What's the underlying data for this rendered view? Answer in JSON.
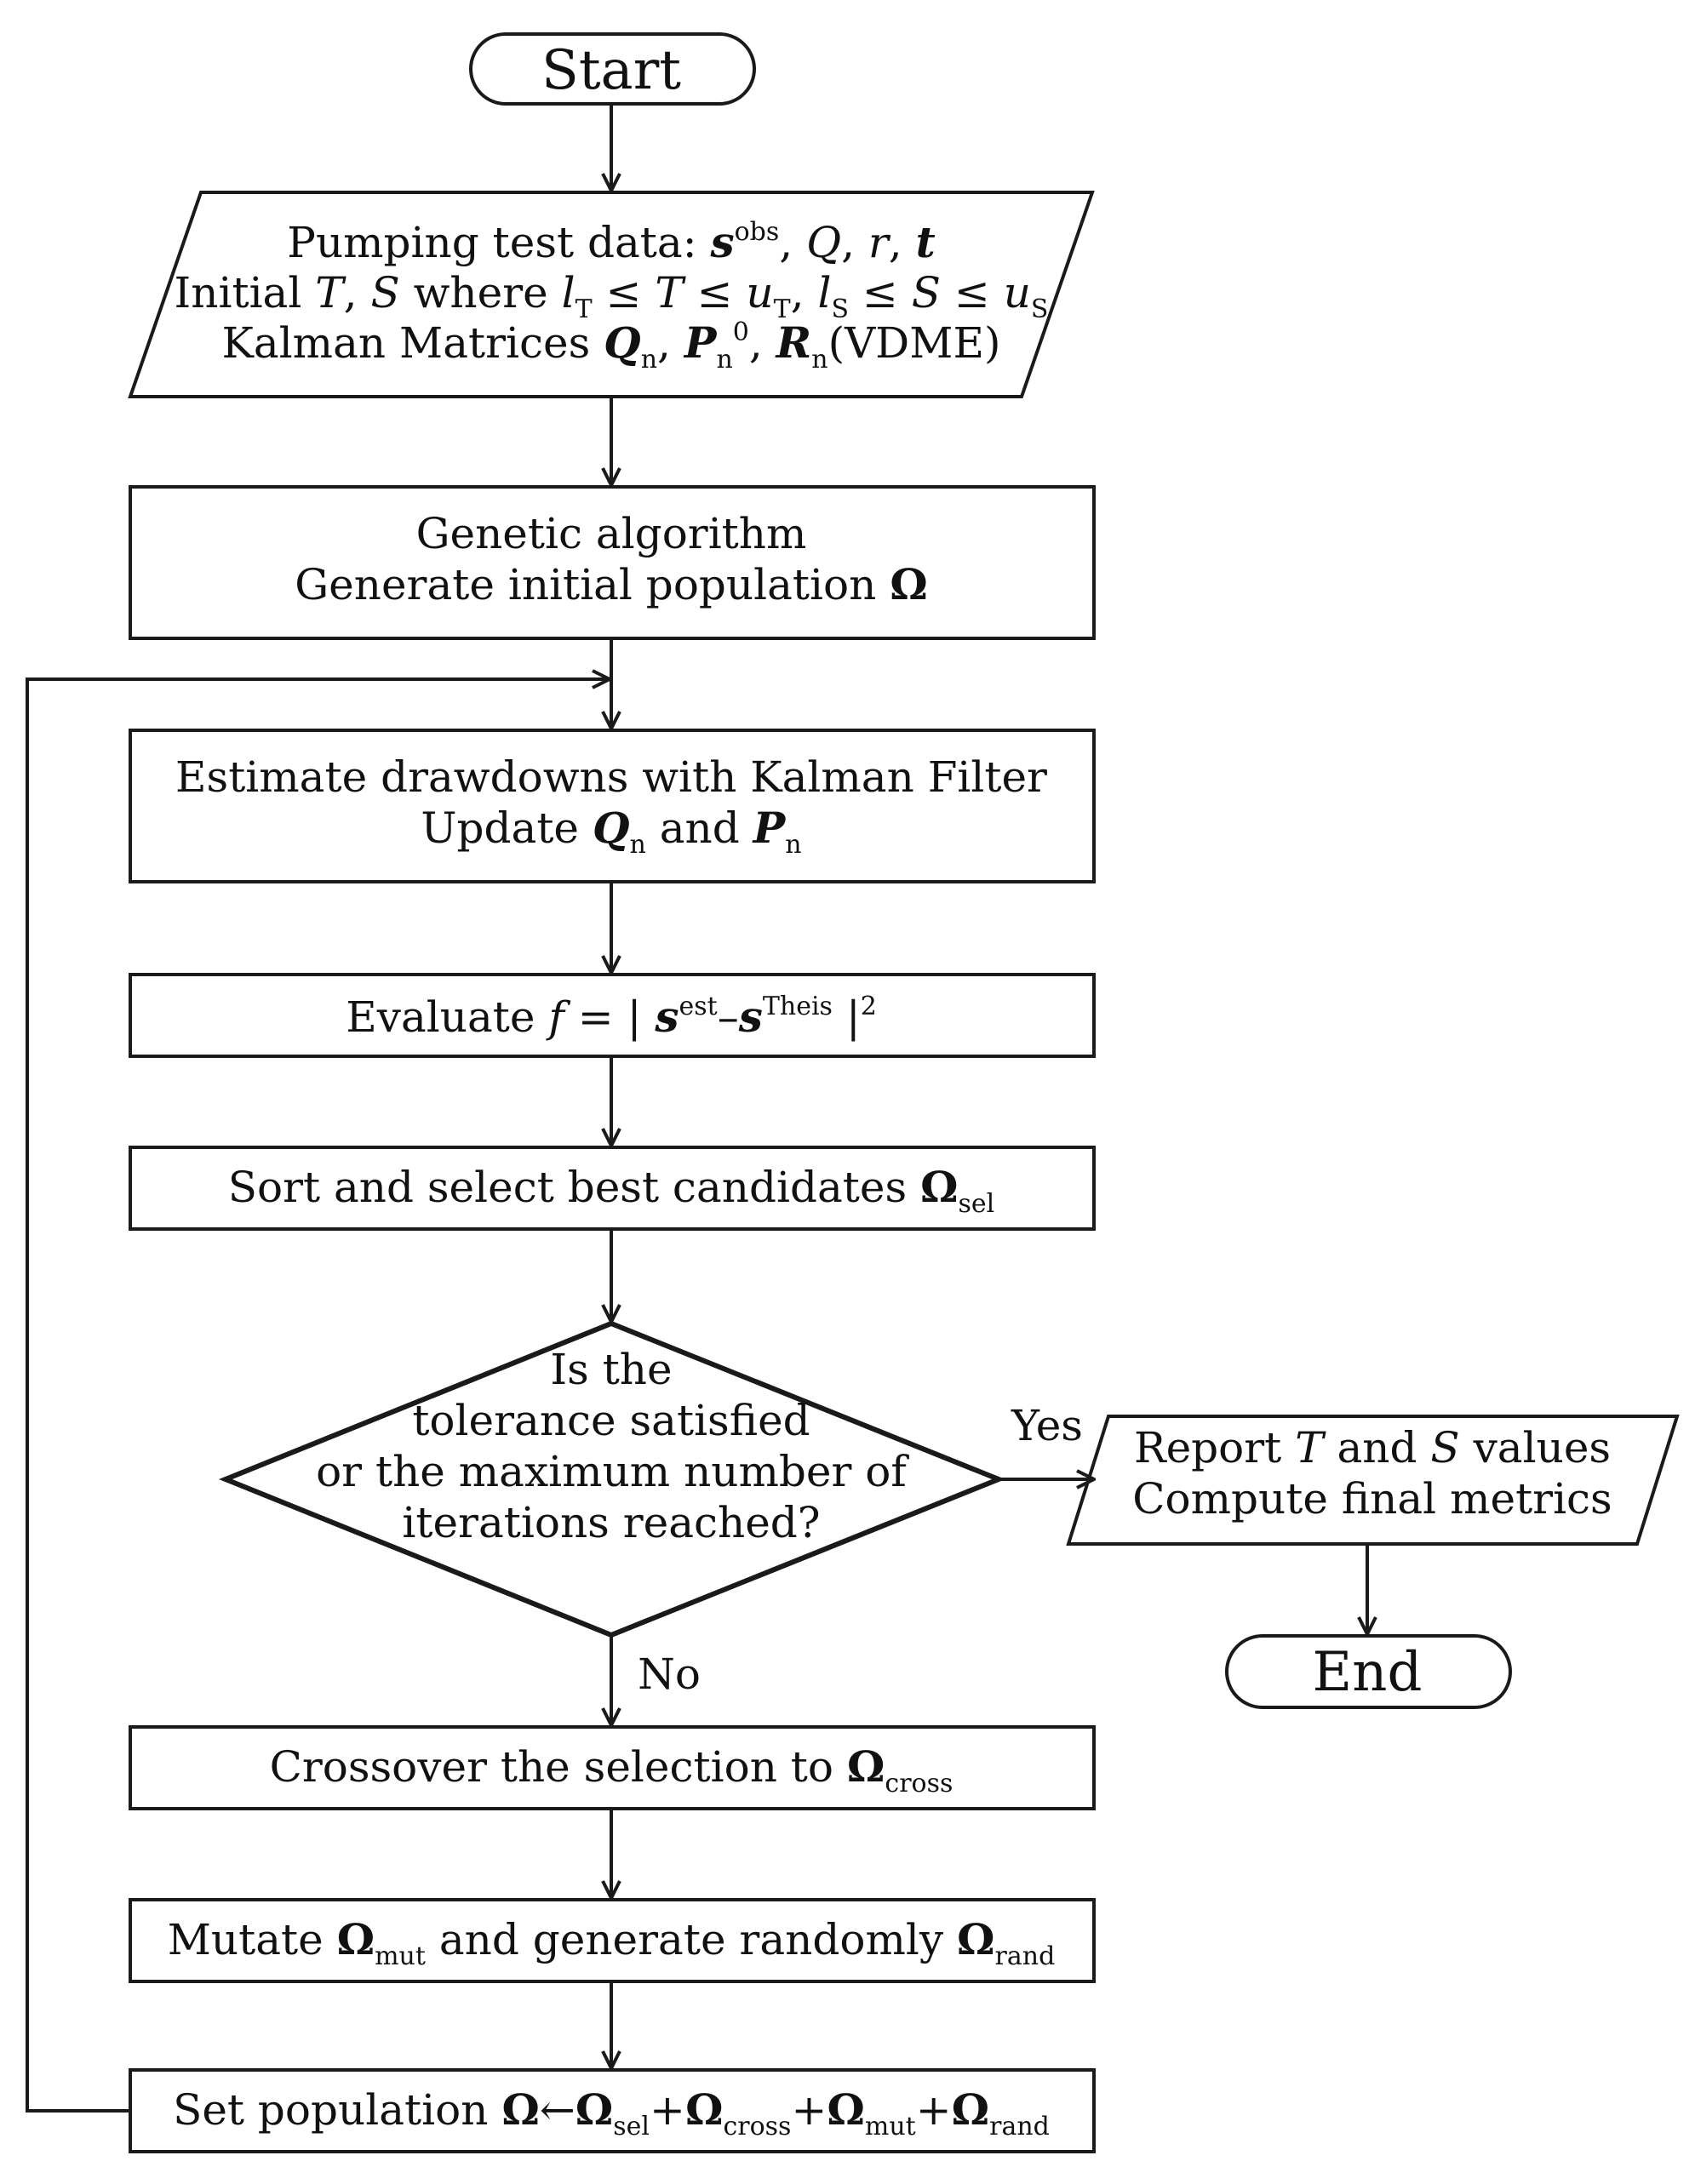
{
  "start": "Start",
  "end": "End",
  "input": {
    "line1": "Pumping test data:",
    "s": "s",
    "obs": "obs",
    "Q": "Q",
    "r": "r",
    "t": "t",
    "line2_a": "Initial",
    "T": "T",
    "S": "S",
    "where": "where",
    "l": "l",
    "u": "u",
    "le": "≤",
    "line3_a": "Kalman Matrices",
    "Qb": "Q",
    "Pb": "P",
    "Rb": "R",
    "n": "n",
    "zero": "0",
    "vdme": "(VDME)"
  },
  "ga": {
    "line1": "Genetic algorithm",
    "line2": "Generate initial population",
    "omega": "Ω"
  },
  "kalman": {
    "line1": "Estimate drawdowns with Kalman Filter",
    "update": "Update",
    "and": "and"
  },
  "evaluate": {
    "label": "Evaluate",
    "f": "f",
    "eq": "=",
    "est": "est",
    "theis": "Theis",
    "two": "2"
  },
  "sort": {
    "label": "Sort and select best candidates",
    "sel": "sel"
  },
  "decision": {
    "line1": "Is the",
    "line2": "tolerance satisfied",
    "line3": "or the maximum number of",
    "line4": "iterations reached?",
    "yes": "Yes",
    "no": "No"
  },
  "report": {
    "report": "Report",
    "and": "and",
    "values": "values",
    "line2": "Compute final metrics"
  },
  "crossover": {
    "label": "Crossover the selection to",
    "cross": "cross"
  },
  "mutate": {
    "label1": "Mutate",
    "mut": "mut",
    "label2": "and generate randomly",
    "rand": "rand"
  },
  "setpop": {
    "label": "Set population",
    "arrow": "←",
    "plus": "+"
  }
}
